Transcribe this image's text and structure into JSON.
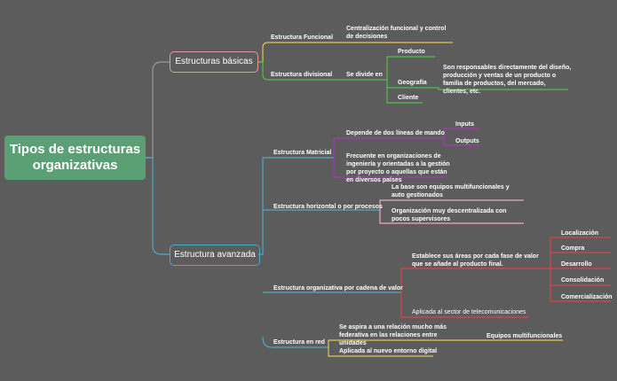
{
  "root": {
    "title": "Tipos de estructuras organizativas"
  },
  "basicas": {
    "label": "Estructuras básicas",
    "funcional": {
      "label": "Estructura Funcional",
      "detail": "Centralización funcional y control de decisiones"
    },
    "divisional": {
      "label": "Estructura divisional",
      "se_divide": "Se divide en",
      "items": [
        "Producto",
        "Geografía",
        "Cliente"
      ],
      "descripcion": "Son responsables directamente  del diseño, producción y ventas de un producto o familia de productos, del mercado, clientes, etc."
    }
  },
  "avanzada": {
    "label": "Estructura avanzada",
    "matricial": {
      "label": "Estructura Matricial",
      "depende": "Depende de dos líneas de mando",
      "inputs": "Inputs",
      "outputs": "Outputs",
      "frecuente": "Frecuente en organizaciones de ingeniería y orientadas a la gestión por proyecto o aquellas que están en diversos países"
    },
    "horizontal": {
      "label": "Estructura horizontal o por procesos",
      "base": "La base son equipos multifuncionales y auto gestionados",
      "org": "Organización muy descentralizada con pocos supervisores"
    },
    "cadena": {
      "label": "Estructura organizativa por cadena de valor",
      "establece": "Establece sus áreas por cada fase de valor que se añade al producto final.",
      "fases": [
        "Localización",
        "Compra",
        "Desarrollo",
        "Consolidación",
        "Comercialización"
      ],
      "aplicada": "Aplicada al sector de telecomunicaciones"
    },
    "red": {
      "label": "Estructura en red",
      "aspira": "Se aspira a una relación mucho más federativa en las relaciones entre unidades",
      "equipos": "Equipos multifuncionales",
      "aplicada": "Aplicada al nuevo entorno digital"
    }
  },
  "colors": {
    "background": "#5c5c5c",
    "root": "#5aa074",
    "basicas": "#e69a9a",
    "avanzada": "#4fa8c8",
    "funcional": "#e8c24a",
    "divisional": "#4fc04f",
    "matricial": "#a53ab0",
    "horizontal": "#f0a8b8",
    "cadena": "#d74545",
    "red": "#e8c24a"
  }
}
